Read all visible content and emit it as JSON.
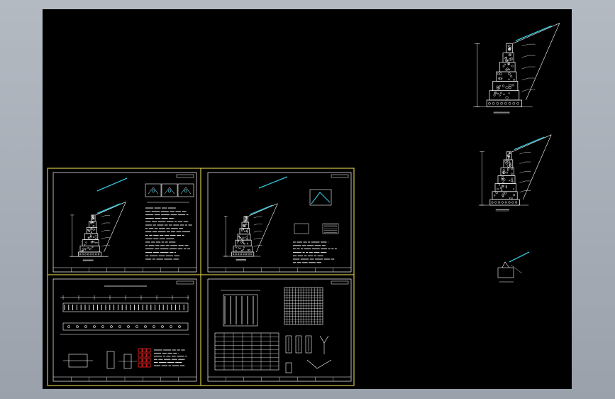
{
  "viewer": {
    "background_color": "#a5acb5",
    "canvas_color": "#000000"
  },
  "drawing": {
    "sheet_border_color": "#d4c34a",
    "line_color": "#ffffff",
    "accent_color": "#33c2d6",
    "highlight_color": "#e02020",
    "layout": "2x2-sheet-grid"
  },
  "sheets": [
    {
      "name": "retaining-wall-elevation-with-notes"
    },
    {
      "name": "retaining-wall-section-with-details"
    },
    {
      "name": "wall-longitudinal-plan"
    },
    {
      "name": "rebar-mesh-and-schedule"
    }
  ],
  "loose_views": [
    {
      "name": "large-wall-section"
    },
    {
      "name": "medium-wall-section"
    },
    {
      "name": "small-wall-detail"
    }
  ]
}
